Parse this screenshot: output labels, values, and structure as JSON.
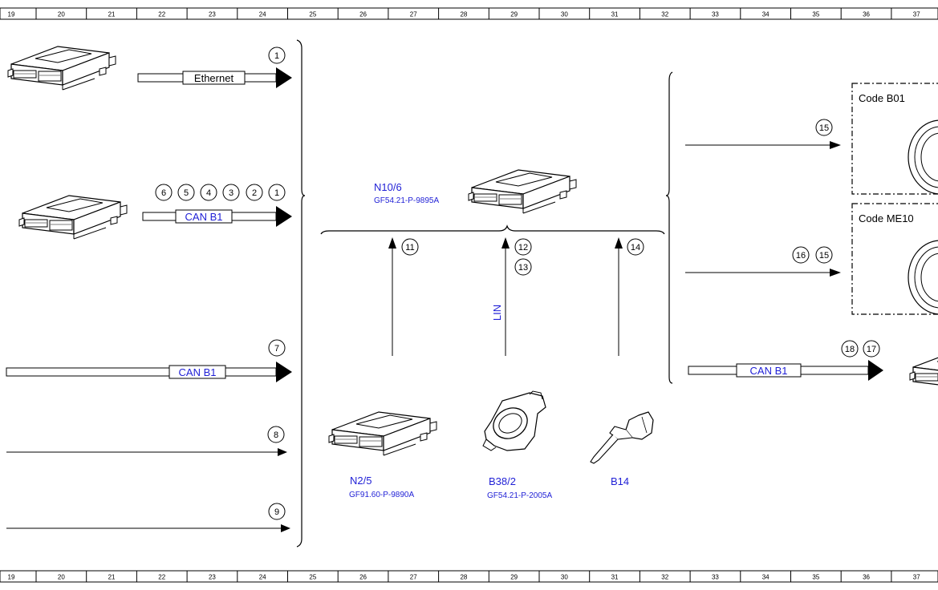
{
  "ruler": {
    "labels": [
      "19",
      "20",
      "21",
      "22",
      "23",
      "24",
      "25",
      "26",
      "27",
      "28",
      "29",
      "30",
      "31",
      "32",
      "33",
      "34",
      "35",
      "36",
      "37"
    ]
  },
  "left_inputs": {
    "ethernet": {
      "label": "Ethernet",
      "callouts": [
        "1"
      ]
    },
    "can_b1_top": {
      "label": "CAN B1",
      "callouts": [
        "6",
        "5",
        "4",
        "3",
        "2",
        "1"
      ]
    },
    "can_b1_mid": {
      "label": "CAN B1",
      "callouts": [
        "7"
      ]
    },
    "signal_8": {
      "callouts": [
        "8"
      ]
    },
    "signal_9": {
      "callouts": [
        "9"
      ]
    }
  },
  "center": {
    "main_unit": {
      "name": "N10/6",
      "ref": "GF54.21-P-9895A"
    },
    "input_11": {
      "callouts": [
        "11"
      ]
    },
    "input_lin": {
      "label": "LIN",
      "callouts": [
        "12",
        "13"
      ]
    },
    "input_14": {
      "callouts": [
        "14"
      ]
    },
    "components": [
      {
        "name": "N2/5",
        "ref": "GF91.60-P-9890A"
      },
      {
        "name": "B38/2",
        "ref": "GF54.21-P-2005A"
      },
      {
        "name": "B14",
        "ref": ""
      }
    ]
  },
  "right_outputs": {
    "code_b01": {
      "label": "Code B01",
      "callouts": [
        "15"
      ]
    },
    "code_me10": {
      "label": "Code ME10",
      "callouts": [
        "16",
        "15"
      ]
    },
    "can_b1_out": {
      "label": "CAN B1",
      "callouts": [
        "18",
        "17"
      ]
    }
  },
  "colors": {
    "label_blue": "#1f1fd6",
    "line": "#000000"
  }
}
